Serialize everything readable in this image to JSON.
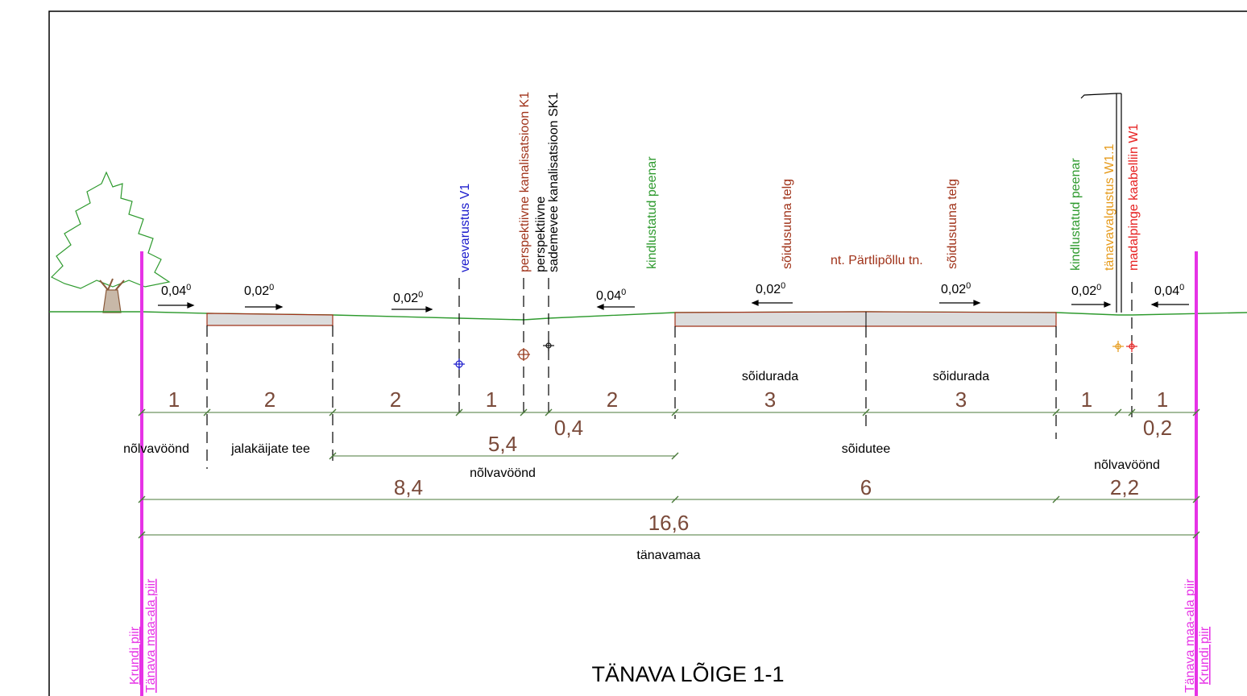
{
  "title": "TÄNAVA LÕIGE 1-1",
  "street_name": "nt. Pärtlipõllu tn.",
  "colors": {
    "boundary": "#e633e6",
    "ground": "#2e9a2e",
    "dim": "#4a7a3a",
    "dim_text": "#7a4a3a",
    "water": "#1a1acc",
    "sewer": "#9a3a1a",
    "storm": "#111111",
    "green_label": "#2e9a2e",
    "brown_label": "#a0331a",
    "lighting": "#e69a1a",
    "lowvolt": "#e62020"
  },
  "vertical_labels": {
    "water": "veevarustus V1",
    "sewer": "perspektiivne kanalisatsioon K1",
    "storm_1": "perspektiivne",
    "storm_2": "sademevee kanalisatsioon SK1",
    "shoulder_left": "kindlustatud peenar",
    "lane_axis_left": "sõidusuuna telg",
    "lane_axis_right": "sõidusuuna telg",
    "shoulder_right": "kindlustatud peenar",
    "lighting": "tänavavalgustus W1.1",
    "lowvolt": "madalpinge kaabelliin W1"
  },
  "boundary_labels": {
    "left_1": "Krundi piir",
    "left_2": "Tänava maa-ala piir",
    "right_1": "Tänava maa-ala piir",
    "right_2": "Krundi piir"
  },
  "slopes": [
    "0,04",
    "0,02",
    "0,02",
    "0,04",
    "0,02",
    "0,02",
    "0,02",
    "0,04"
  ],
  "slope_sup": "0",
  "dims_row1": [
    "1",
    "2",
    "2",
    "1",
    "2",
    "3",
    "3",
    "1",
    "1"
  ],
  "dims_small": [
    "0,4",
    "0,2"
  ],
  "zone_labels": {
    "slope_zone_left": "nõlvavöönd",
    "sidewalk": "jalakäijate tee",
    "carriageway": "sõidutee",
    "slope_zone_right": "nõlvavöönd",
    "slope_zone_mid": "nõlvavöönd",
    "lane_1": "sõidurada",
    "lane_2": "sõidurada",
    "street_land": "tänavamaa"
  },
  "dims_row2": [
    "5,4"
  ],
  "dims_row3": [
    "8,4",
    "6",
    "2,2"
  ],
  "dims_total": "16,6"
}
